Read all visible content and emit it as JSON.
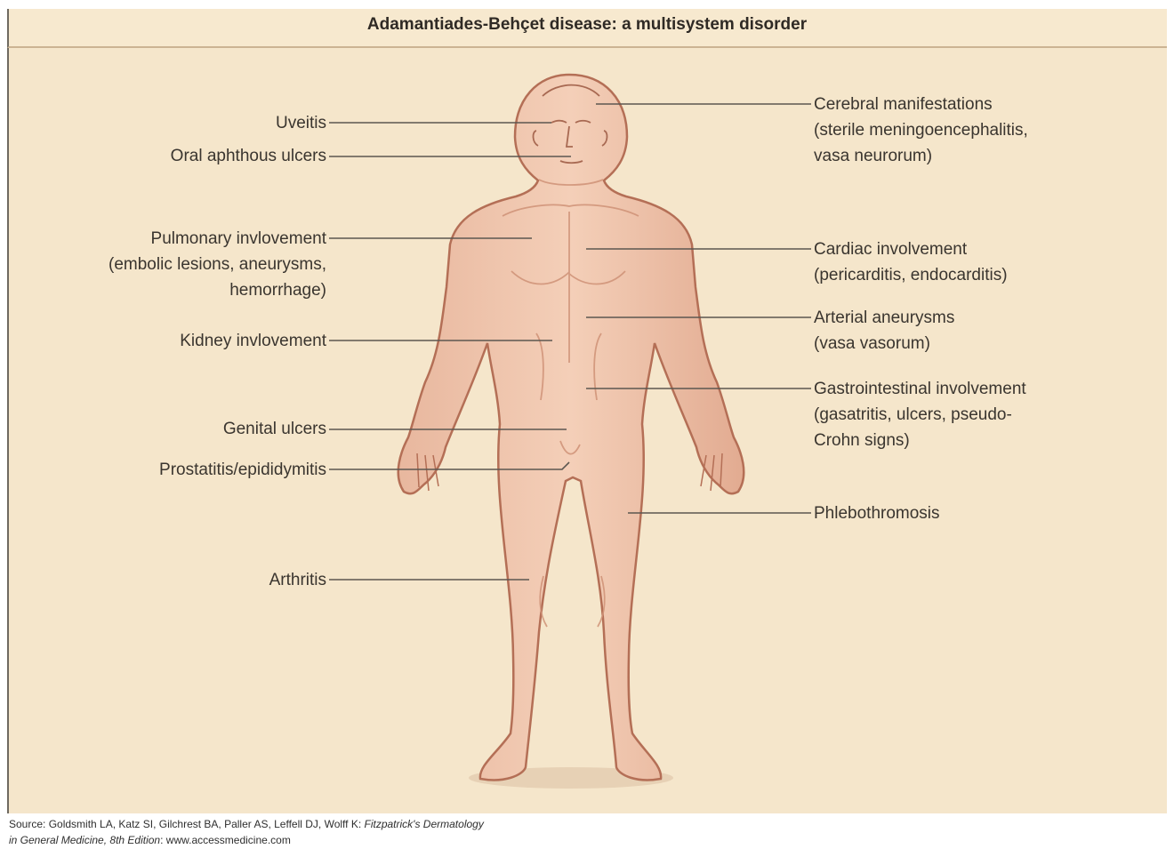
{
  "title": "Adamantiades-Behçet disease: a multisystem disorder",
  "labels_left": [
    {
      "id": "uveitis",
      "lines": [
        "Uveitis"
      ]
    },
    {
      "id": "oral-ulcers",
      "lines": [
        "Oral aphthous ulcers"
      ]
    },
    {
      "id": "pulmonary",
      "lines": [
        "Pulmonary invlovement",
        "(embolic lesions, aneurysms,",
        "hemorrhage)"
      ]
    },
    {
      "id": "kidney",
      "lines": [
        "Kidney invlovement"
      ]
    },
    {
      "id": "genital-ulcers",
      "lines": [
        "Genital ulcers"
      ]
    },
    {
      "id": "prostatitis",
      "lines": [
        "Prostatitis/epididymitis"
      ]
    },
    {
      "id": "arthritis",
      "lines": [
        "Arthritis"
      ]
    }
  ],
  "labels_right": [
    {
      "id": "cerebral",
      "lines": [
        "Cerebral manifestations",
        "(sterile meningoencephalitis,",
        "vasa neurorum)"
      ]
    },
    {
      "id": "cardiac",
      "lines": [
        "Cardiac involvement",
        "(pericarditis, endocarditis)"
      ]
    },
    {
      "id": "arterial",
      "lines": [
        "Arterial aneurysms",
        "(vasa vasorum)"
      ]
    },
    {
      "id": "gastro",
      "lines": [
        "Gastrointestinal involvement",
        "(gasatritis, ulcers, pseudo-",
        "Crohn signs)"
      ]
    },
    {
      "id": "phlebo",
      "lines": [
        "Phlebothromosis"
      ]
    }
  ],
  "source": {
    "line1_prefix": "Source: Goldsmith LA, Katz SI, Gilchrest BA, Paller AS, Leffell DJ, Wolff K: ",
    "line1_italic": "Fitzpatrick's Dermatology",
    "line2_italic": "in General Medicine, 8th Edition",
    "line2_suffix": ": www.accessmedicine.com"
  },
  "colors": {
    "background": "#f5e6cb",
    "skin": "#efc6ad",
    "skin_shadow": "#d99f84",
    "outline": "#b46f56",
    "leader": "#5c5750"
  }
}
